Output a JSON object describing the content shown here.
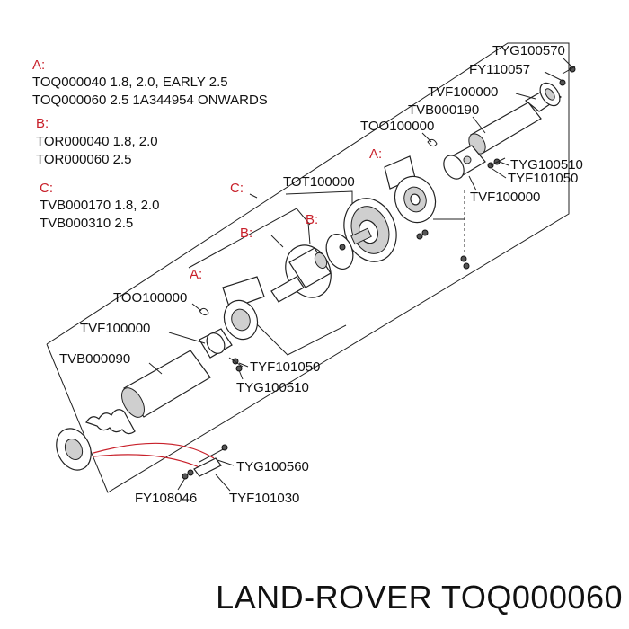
{
  "notes": {
    "a": {
      "heading": "A:",
      "lines": [
        "TOQ000040  1.8, 2.0, EARLY 2.5",
        "TOQ000060 2.5 1A344954 ONWARDS"
      ]
    },
    "b": {
      "heading": "B:",
      "lines": [
        "TOR000040 1.8, 2.0",
        "TOR000060 2.5"
      ]
    },
    "c": {
      "heading": "C:",
      "lines": [
        "TVB000170 1.8, 2.0",
        "TVB000310 2.5"
      ]
    }
  },
  "group_labels": {
    "a_upper": "A:",
    "a_lower": "A:",
    "b_left": "B:",
    "b_upper": "B:",
    "c": "C:"
  },
  "part_labels": {
    "tyg100570": "TYG100570",
    "fy110057": "FY110057",
    "tvf100000_upper": "TVF100000",
    "tvb000190": "TVB000190",
    "too100000_upper": "TOO100000",
    "tyg100510_upper": "TYG100510",
    "tyf101050_upper": "TYF101050",
    "tvf100000_mid": "TVF100000",
    "tot100000": "TOT100000",
    "too100000_lower": "TOO100000",
    "tvf100000_lower": "TVF100000",
    "tvb000090": "TVB000090",
    "tyf101050_lower": "TYF101050",
    "tyg100510_lower": "TYG100510",
    "tyg100560": "TYG100560",
    "fy108046": "FY108046",
    "tyf101030": "TYF101030"
  },
  "caption": "LAND-ROVER TOQ000060",
  "colors": {
    "accent_red": "#c8202a",
    "ink": "#111111",
    "background": "#ffffff"
  }
}
